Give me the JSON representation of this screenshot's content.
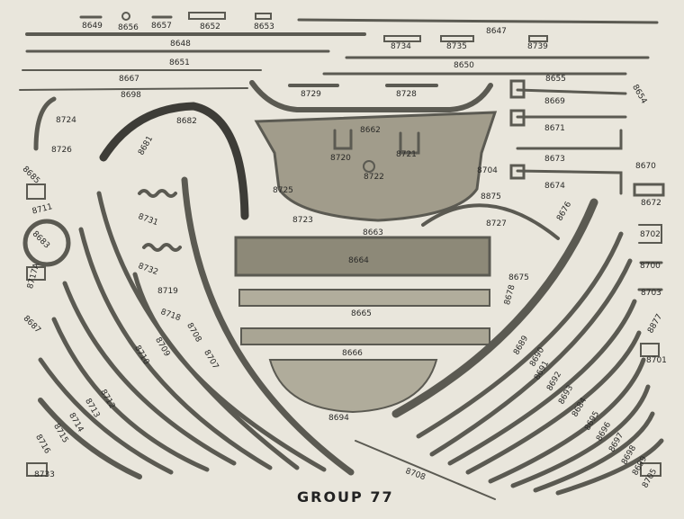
{
  "caption": "GROUP 77",
  "parts": [
    "8649",
    "8656",
    "8657",
    "8652",
    "8653",
    "8647",
    "8648",
    "8734",
    "8735",
    "8739",
    "8651",
    "8650",
    "8667",
    "8655",
    "8698",
    "8729",
    "8728",
    "8654",
    "8669",
    "8724",
    "8682",
    "8726",
    "8671",
    "8662",
    "8681",
    "8720",
    "8721",
    "8673",
    "8685",
    "8670",
    "8722",
    "8704",
    "8674",
    "8711",
    "8723",
    "8725",
    "8875",
    "8676",
    "8672",
    "8731",
    "8683",
    "8727",
    "8663",
    "8702",
    "8664",
    "8732",
    "8717A",
    "8675",
    "8700",
    "8719",
    "8678",
    "8703",
    "8718",
    "8665",
    "8687",
    "8877",
    "8708",
    "8709",
    "8707",
    "8689",
    "8690",
    "8710",
    "8666",
    "8701",
    "8691",
    "8712",
    "8692",
    "8693",
    "8713",
    "8684",
    "8694",
    "8695",
    "8714",
    "8696",
    "8715",
    "8697",
    "8716",
    "8698b",
    "8699",
    "8733",
    "8705",
    "8708b"
  ]
}
